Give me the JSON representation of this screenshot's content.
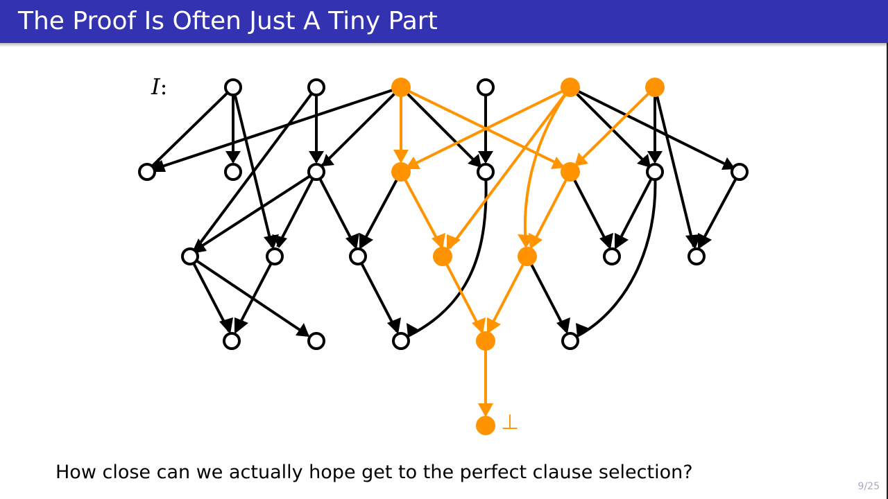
{
  "slide": {
    "title": "The Proof Is Often Just A Tiny Part",
    "input_label": "I",
    "input_label_colon": ":",
    "bottom_label": "⊥",
    "caption": "How close can we actually hope get to the perfect clause selection?",
    "page_number": "9/25"
  },
  "colors": {
    "title_bar": "#3333b2",
    "proof_highlight": "#ff9300",
    "default": "#000000"
  }
}
